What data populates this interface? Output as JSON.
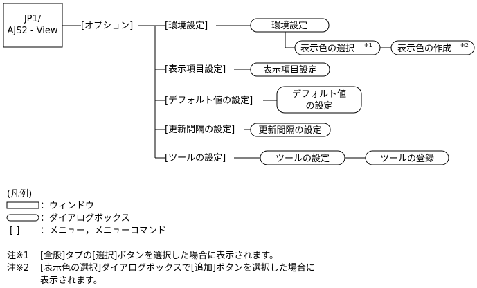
{
  "root_window": {
    "line1": "JP1/",
    "line2": "AJS2 - View"
  },
  "option_menu": "[オプション]",
  "branches": {
    "env_menu": "[環境設定]",
    "env_dialog": "環境設定",
    "color_select_dialog": "表示色の選択",
    "color_select_note": "※1",
    "color_create_dialog": "表示色の作成",
    "color_create_note": "※2",
    "display_items_menu": "[表示項目設定]",
    "display_items_dialog": "表示項目設定",
    "default_menu": "[デフォルト値の設定]",
    "default_dialog_line1": "デフォルト値",
    "default_dialog_line2": "の設定",
    "update_menu": "[更新間隔の設定]",
    "update_dialog": "更新間隔の設定",
    "tool_menu": "[ツールの設定]",
    "tool_dialog": "ツールの設定",
    "tool_register_dialog": "ツールの登録"
  },
  "legend": {
    "title": "(凡例)",
    "window_desc": "：ウィンドウ",
    "dialog_desc": "：ダイアログボックス",
    "menu_symbol": "[ ]",
    "menu_desc": "：メニュー，メニューコマンド"
  },
  "notes": {
    "note1_label": "注※1",
    "note1_text": "[全般]タブの[選択]ボタンを選択した場合に表示されます。",
    "note2_label": "注※2",
    "note2_text1": "[表示色の選択]ダイアログボックスで[追加]ボタンを選択した場合に",
    "note2_text2": "表示されます。"
  }
}
